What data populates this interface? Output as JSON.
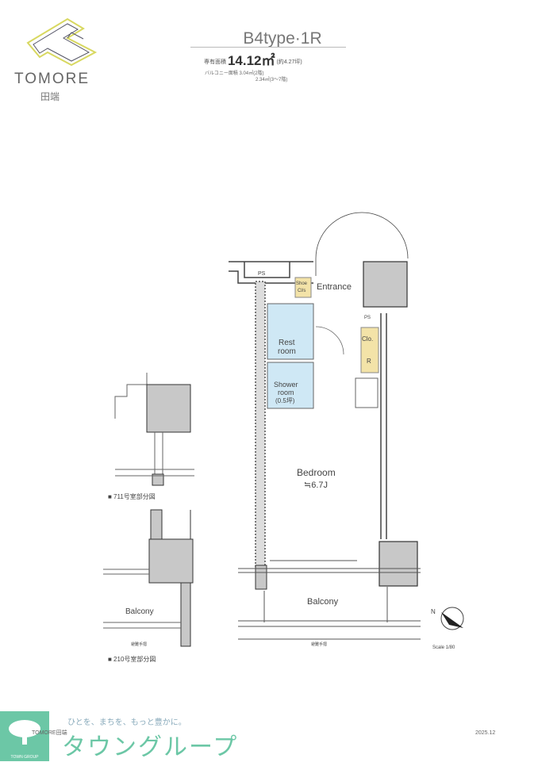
{
  "brand": {
    "name": "TOMORE",
    "sub": "田端"
  },
  "header": {
    "title": "B4type·1R",
    "area_label": "専有面積",
    "area_value": "14.12㎡",
    "area_tsubo": "(約4.27坪)",
    "balcony_label": "バルコニー面積 3.04㎡(2階)",
    "balcony_label2": "2.34㎡(3〜7階)"
  },
  "rooms": {
    "ps1": "PS",
    "shoe1": "Shoe",
    "shoe2": "Cl/s",
    "entrance": "Entrance",
    "ps2": "PS",
    "clo": "Clo.",
    "r": "R",
    "rest1": "Rest",
    "rest2": "room",
    "shower1": "Shower",
    "shower2": "room",
    "shower3": "(0.5坪)",
    "bedroom": "Bedroom",
    "bedroom_size": "≒6.7J",
    "balcony": "Balcony",
    "balcony_partial": "Balcony",
    "rail1": "避難手摺",
    "rail2": "避難手摺"
  },
  "partials": {
    "p711": "■ 711号室部分図",
    "p210": "■ 210号室部分図"
  },
  "scale": "Scale 1/80",
  "footer": {
    "tagline": "ひとを、まちを、もっと豊かに。",
    "group": "タウングループ",
    "small": "TOMORE田端",
    "logo_text": "TOWN GROUP",
    "date": "2025.12"
  },
  "colors": {
    "wet": "#cfe8f5",
    "storage": "#f3e3a8",
    "wall": "#c8c8c8",
    "brand_green": "#6cc7a6"
  }
}
